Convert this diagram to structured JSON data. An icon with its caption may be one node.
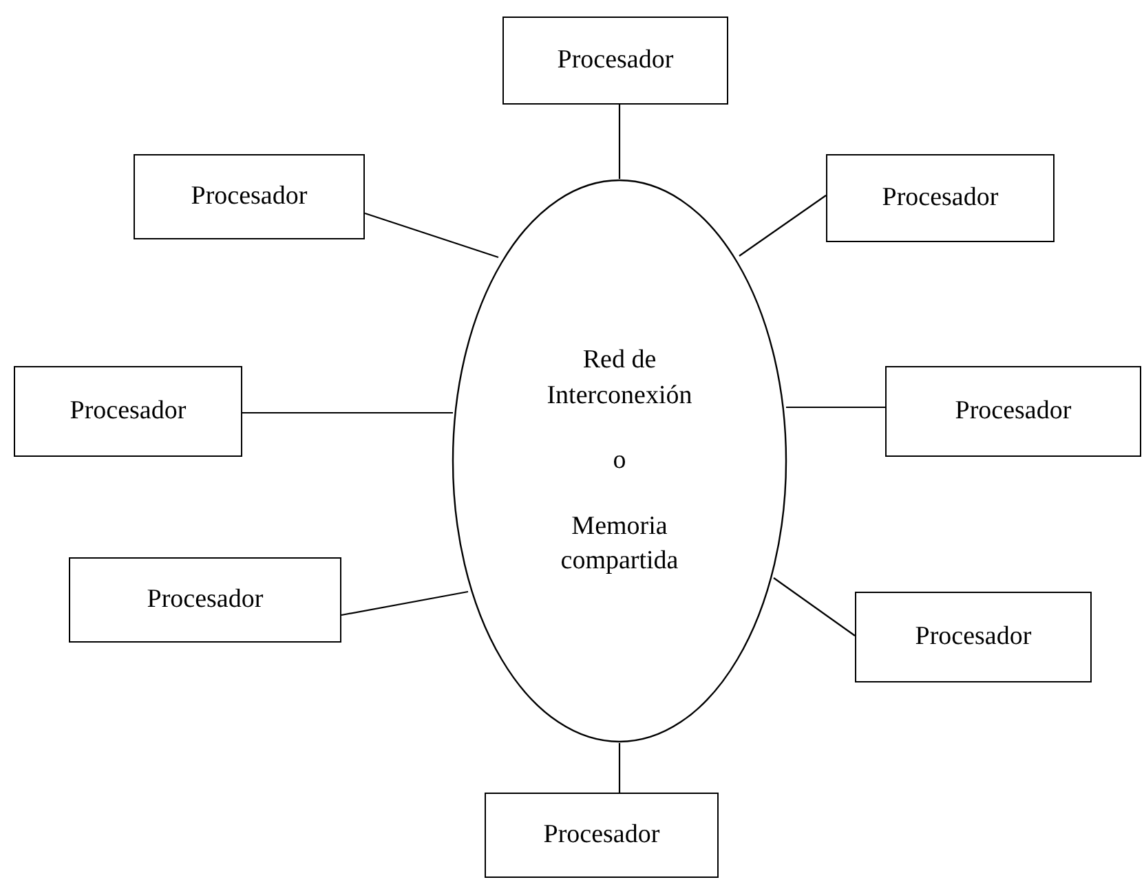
{
  "diagram": {
    "nodes": [
      {
        "text": [
          "Red de Interconexión",
          "o",
          "Memoria compartida"
        ]
      },
      {
        "text": [
          "Procesador"
        ]
      },
      {
        "text": [
          "Procesador"
        ]
      },
      {
        "text": [
          "Procesador"
        ]
      },
      {
        "text": [
          "Procesador"
        ]
      },
      {
        "text": [
          "Procesador"
        ]
      },
      {
        "text": [
          "Procesador"
        ]
      },
      {
        "text": [
          "Procesador"
        ]
      },
      {
        "text": [
          "Procesador"
        ]
      }
    ],
    "edges": [
      {
        "from": 1,
        "to": 0,
        "arrow": "none"
      },
      {
        "from": 2,
        "to": 0,
        "arrow": "none"
      },
      {
        "from": 3,
        "to": 0,
        "arrow": "none"
      },
      {
        "from": 4,
        "to": 0,
        "arrow": "none"
      },
      {
        "from": 5,
        "to": 0,
        "arrow": "none"
      },
      {
        "from": 6,
        "to": 0,
        "arrow": "none"
      },
      {
        "from": 7,
        "to": 0,
        "arrow": "none"
      },
      {
        "from": 8,
        "to": 0,
        "arrow": "none"
      }
    ]
  }
}
